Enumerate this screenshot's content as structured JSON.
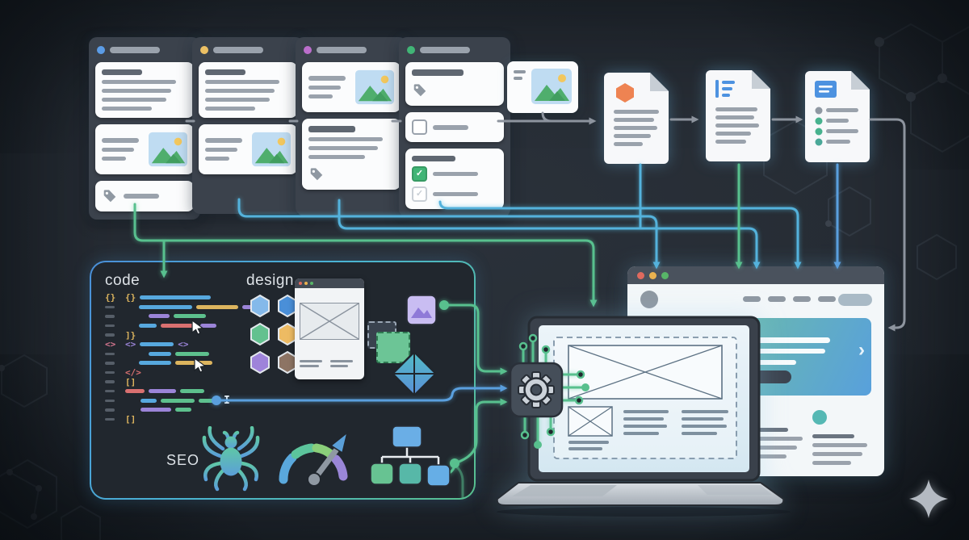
{
  "labels": {
    "code": "code",
    "design": "design",
    "seo": "SEO"
  },
  "icons": {
    "check": "✓",
    "chevron": "›"
  },
  "palette": {
    "yellow": "#dcb45e",
    "blue": "#57a8de",
    "purple": "#9b84d8",
    "green": "#5dc08d",
    "red": "#d97070",
    "pink": "#d4758f",
    "wireGreen": "#58c08e",
    "wireCyan": "#54b2dc",
    "wireBlue": "#5a9fde",
    "wireGray": "#8d949e",
    "cardLine": "#9aa2ac",
    "cardTitle": "#5f6771"
  },
  "kanban": {
    "columns": [
      {
        "dot": "#5b9ce6",
        "cards": [
          "text",
          "textImage",
          "tagLine"
        ]
      },
      {
        "dot": "#ecc064",
        "cards": [
          "text",
          "textImage"
        ]
      },
      {
        "dot": "#bb6ecb",
        "cards": [
          "textImage",
          "textTag"
        ]
      },
      {
        "dot": "#41b576",
        "cards": [
          "titleTag",
          "checkboxLine",
          "checklist"
        ]
      }
    ]
  },
  "documents": [
    {
      "icon": "hexagon-icon",
      "iconColor": "#ee8352",
      "lineWidths": [
        56,
        50,
        54,
        46,
        36
      ]
    },
    {
      "icon": "list-icon",
      "iconColor": "#4d92e0",
      "lineWidths": [
        52,
        48,
        54,
        44,
        38
      ]
    },
    {
      "icon": "file-icon",
      "iconColor": "#4d92e0",
      "checklist": [
        {
          "dot": "#8f98a2",
          "w": 40
        },
        {
          "dot": "#47b28e",
          "w": 28
        },
        {
          "dot": "#47b28e",
          "w": 40
        },
        {
          "dot": "#4aa898",
          "w": 30
        }
      ]
    }
  ],
  "code": {
    "gutter": [
      "{}",
      "-",
      "-",
      "-",
      "-",
      "<>",
      "-",
      "-",
      "-",
      "-",
      "-",
      "-",
      "-",
      "-"
    ],
    "rows": [
      [
        {
          "t": "{}",
          "c": "yellow"
        },
        {
          "b": 88,
          "c": "blue"
        }
      ],
      [
        {
          "i": 12
        },
        {
          "b": 66,
          "c": "blue"
        },
        {
          "b": 52,
          "c": "yellow"
        },
        {
          "b": 28,
          "c": "purple"
        }
      ],
      [
        {
          "i": 24
        },
        {
          "b": 26,
          "c": "purple"
        },
        {
          "b": 40,
          "c": "green"
        }
      ],
      [
        {
          "i": 12
        },
        {
          "b": 22,
          "c": "blue"
        },
        {
          "b": 44,
          "c": "red"
        },
        {
          "b": 20,
          "c": "purple"
        }
      ],
      [
        {
          "t": "]}",
          "c": "yellow"
        }
      ],
      [
        {
          "t": "<>",
          "c": "purple"
        },
        {
          "b": 42,
          "c": "blue"
        },
        {
          "t": "<>",
          "c": "purple"
        }
      ],
      [
        {
          "i": 24
        },
        {
          "b": 28,
          "c": "blue"
        },
        {
          "b": 42,
          "c": "green"
        }
      ],
      [
        {
          "i": 12
        },
        {
          "b": 40,
          "c": "blue"
        },
        {
          "b": 46,
          "c": "yellow"
        }
      ],
      [
        {
          "t": "</>",
          "c": "red"
        }
      ],
      [
        {
          "t": "[]",
          "c": "yellow"
        }
      ],
      [
        {
          "b": 24,
          "c": "red"
        },
        {
          "b": 34,
          "c": "purple"
        },
        {
          "b": 30,
          "c": "green"
        }
      ],
      [
        {
          "i": 14
        },
        {
          "b": 20,
          "c": "blue"
        },
        {
          "b": 42,
          "c": "green"
        },
        {
          "b": 22,
          "c": "green"
        },
        {
          "cur": 1
        }
      ],
      [
        {
          "i": 14
        },
        {
          "b": 38,
          "c": "purple"
        },
        {
          "b": 20,
          "c": "green"
        }
      ],
      [
        {
          "t": "[]",
          "c": "yellow"
        }
      ]
    ]
  },
  "design": {
    "hexColors": [
      "#84b9ea",
      "#4a8fd8",
      "#63c18f",
      "#edbb63",
      "#9e83da",
      "#8d7464"
    ]
  },
  "seo": {
    "sitemap": {
      "parent": "#6aaee6",
      "children": [
        "#67c392",
        "#57b8a8",
        "#66aee6"
      ]
    }
  },
  "browser": {
    "trafficLights": [
      "#e06a5e",
      "#eab24f",
      "#58b568"
    ],
    "navLinks": 4,
    "heroLines": [
      98,
      90,
      54
    ],
    "leftCol": [
      44,
      62,
      55,
      42
    ],
    "rightCol": [
      52,
      68,
      62,
      48
    ]
  }
}
